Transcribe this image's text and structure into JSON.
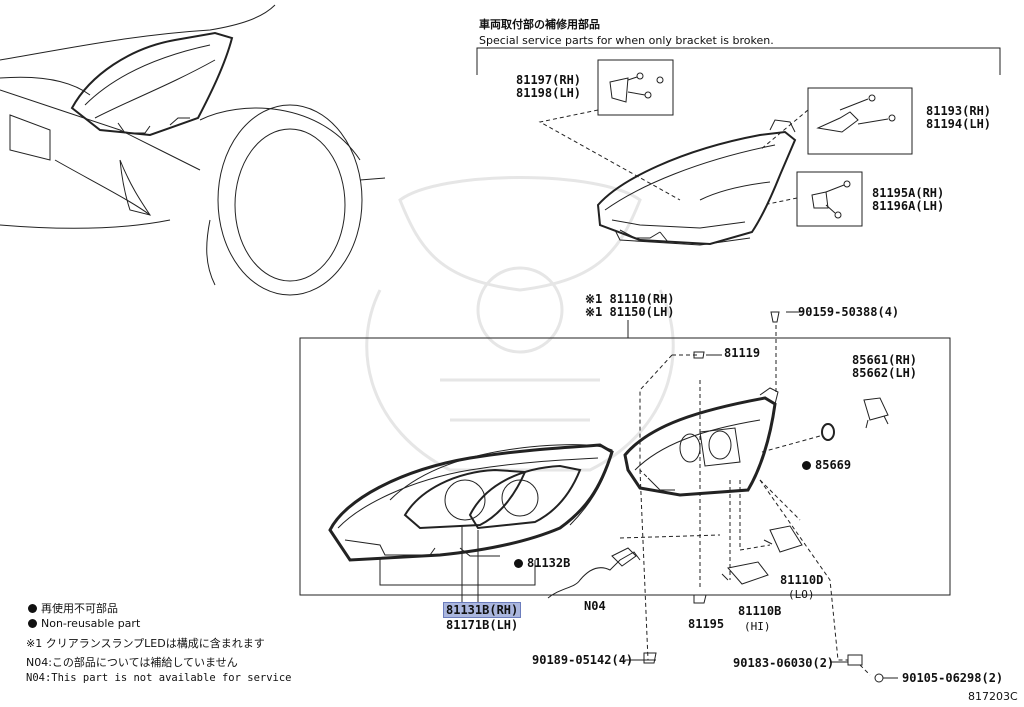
{
  "header": {
    "title_jp": "車両取付部の補修用部品",
    "title_en": "Special service parts for when only bracket is broken."
  },
  "parts": {
    "p81197": "81197(RH)",
    "p81198": "81198(LH)",
    "p81193": "81193(RH)",
    "p81194": "81194(LH)",
    "p81195A": "81195A(RH)",
    "p81196A": "81196A(LH)",
    "p81110": "※1 81110(RH)",
    "p81150": "※1 81150(LH)",
    "p90159": "90159-50388(4)",
    "p81119": "81119",
    "p85661": "85661(RH)",
    "p85662": "85662(LH)",
    "p85669": "85669",
    "p81132B": "81132B",
    "pN04": "N04",
    "p81131B": "81131B(RH)",
    "p81171B": "81171B(LH)",
    "p81195": "81195",
    "p81110B": "81110B",
    "p81110B_sub": "(HI)",
    "p81110D": "81110D",
    "p81110D_sub": "(LO)",
    "p90189": "90189-05142(4)",
    "p90183": "90183-06030(2)",
    "p90105": "90105-06298(2)"
  },
  "legend": {
    "non_reusable_jp": "再使用不可部品",
    "non_reusable_en": "Non-reusable part",
    "note1": "※1 クリアランスランプLEDは構成に含まれます",
    "n04_jp": "N04:この部品については補給していません",
    "n04_en": "N04:This part is not available for service"
  },
  "footer": {
    "diagram_code": "817203C"
  }
}
